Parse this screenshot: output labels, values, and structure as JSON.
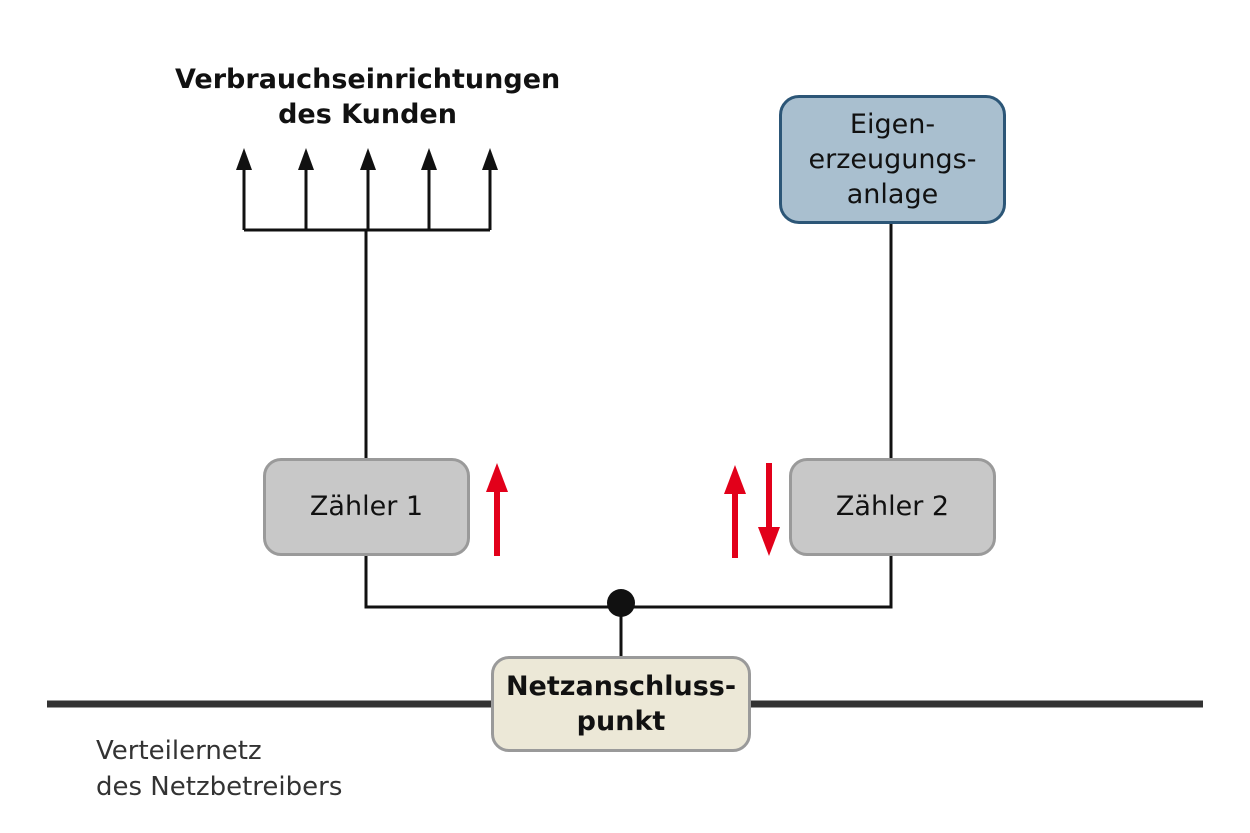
{
  "diagram": {
    "consumers": {
      "line1": "Verbrauchseinrichtungen",
      "line2": "des Kunden"
    },
    "generator": {
      "line1": "Eigen-",
      "line2": "erzeugungs-",
      "line3": "anlage"
    },
    "meter1": {
      "label": "Zähler 1"
    },
    "meter2": {
      "label": "Zähler 2"
    },
    "connection_point": {
      "line1": "Netzanschluss-",
      "line2": "punkt"
    },
    "grid": {
      "line1": "Verteilernetz",
      "line2": "des Netzbetreibers"
    },
    "colors": {
      "wire": "#111111",
      "grid_line": "#333333",
      "flow_arrow": "#e2001a",
      "generator_fill": "#a9bfcf",
      "generator_border": "#2c5677",
      "meter_fill": "#c8c8c8",
      "connection_fill": "#ece8d7",
      "box_border": "#9a9a9a"
    },
    "flow_arrows": {
      "meter1": [
        "up"
      ],
      "meter2": [
        "up",
        "down"
      ]
    }
  }
}
